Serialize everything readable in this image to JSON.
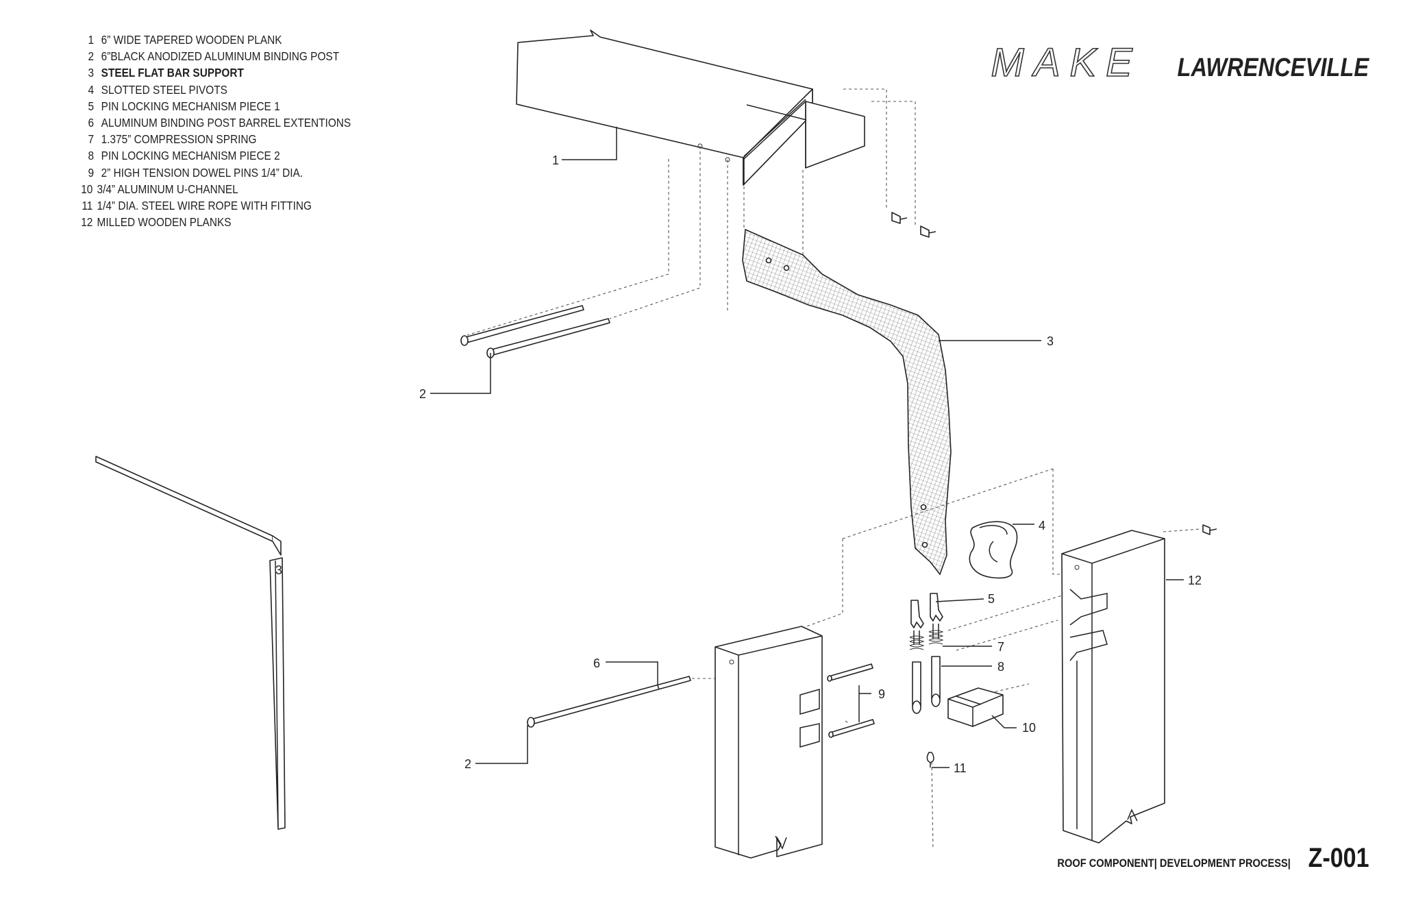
{
  "legend": [
    {
      "num": "1",
      "text": "6” WIDE TAPERED WOODEN PLANK"
    },
    {
      "num": "2",
      "text": "6”BLACK ANODIZED ALUMINUM BINDING POST"
    },
    {
      "num": "3",
      "text": "STEEL FLAT BAR SUPPORT"
    },
    {
      "num": "4",
      "text": "SLOTTED STEEL PIVOTS"
    },
    {
      "num": "5",
      "text": "PIN LOCKING MECHANISM PIECE 1"
    },
    {
      "num": "6",
      "text": "ALUMINUM BINDING POST  BARREL EXTENTIONS"
    },
    {
      "num": "7",
      "text": "1.375” COMPRESSION SPRING"
    },
    {
      "num": "8",
      "text": "PIN LOCKING MECHANISM PIECE 2"
    },
    {
      "num": "9",
      "text": "2” HIGH TENSION DOWEL PINS 1/4” DIA."
    },
    {
      "num": "10",
      "text": "3/4” ALUMINUM U-CHANNEL"
    },
    {
      "num": "11",
      "text": "1/4” DIA. STEEL WIRE ROPE WITH FITTING"
    },
    {
      "num": "12",
      "text": "MILLED WOODEN PLANKS"
    }
  ],
  "brand": {
    "make": "MAKE",
    "city": "LAWRENCEVILLE"
  },
  "footer": {
    "subtitle": "ROOF COMPONENT|  DEVELOPMENT PROCESS|",
    "sheet_code": "Z-001"
  },
  "callouts": {
    "c1": "1",
    "c2a": "2",
    "c2b": "2",
    "c3": "3",
    "c4": "4",
    "c5": "5",
    "c6": "6",
    "c7": "7",
    "c8": "8",
    "c9": "9",
    "c10": "10",
    "c11": "11",
    "c12": "12"
  },
  "colors": {
    "ink": "#222222",
    "paper": "#ffffff"
  }
}
